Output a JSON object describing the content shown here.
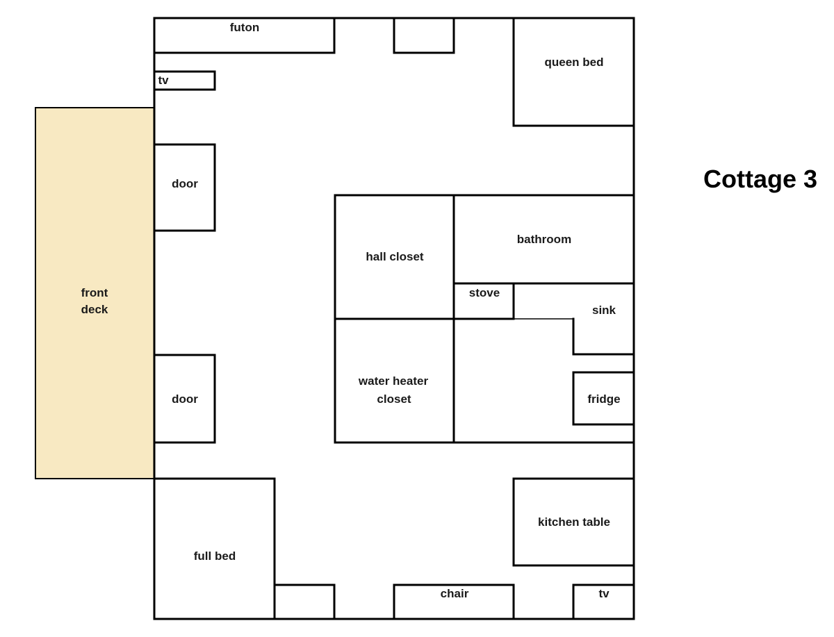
{
  "title": "Cottage 3",
  "colors": {
    "deck": "#f8e9c2",
    "wall": "#000000",
    "background": "#ffffff"
  },
  "labels": {
    "futon": "futon",
    "tv_top": "tv",
    "queen_bed": "queen bed",
    "door_upper": "door",
    "front_deck_line1": "front",
    "front_deck_line2": "deck",
    "hall_closet": "hall closet",
    "bathroom": "bathroom",
    "stove": "stove",
    "sink": "sink",
    "water_heater_line1": "water heater",
    "water_heater_line2": "closet",
    "fridge": "fridge",
    "door_lower": "door",
    "kitchen_table": "kitchen table",
    "full_bed": "full bed",
    "chair": "chair",
    "tv_bottom": "tv"
  }
}
